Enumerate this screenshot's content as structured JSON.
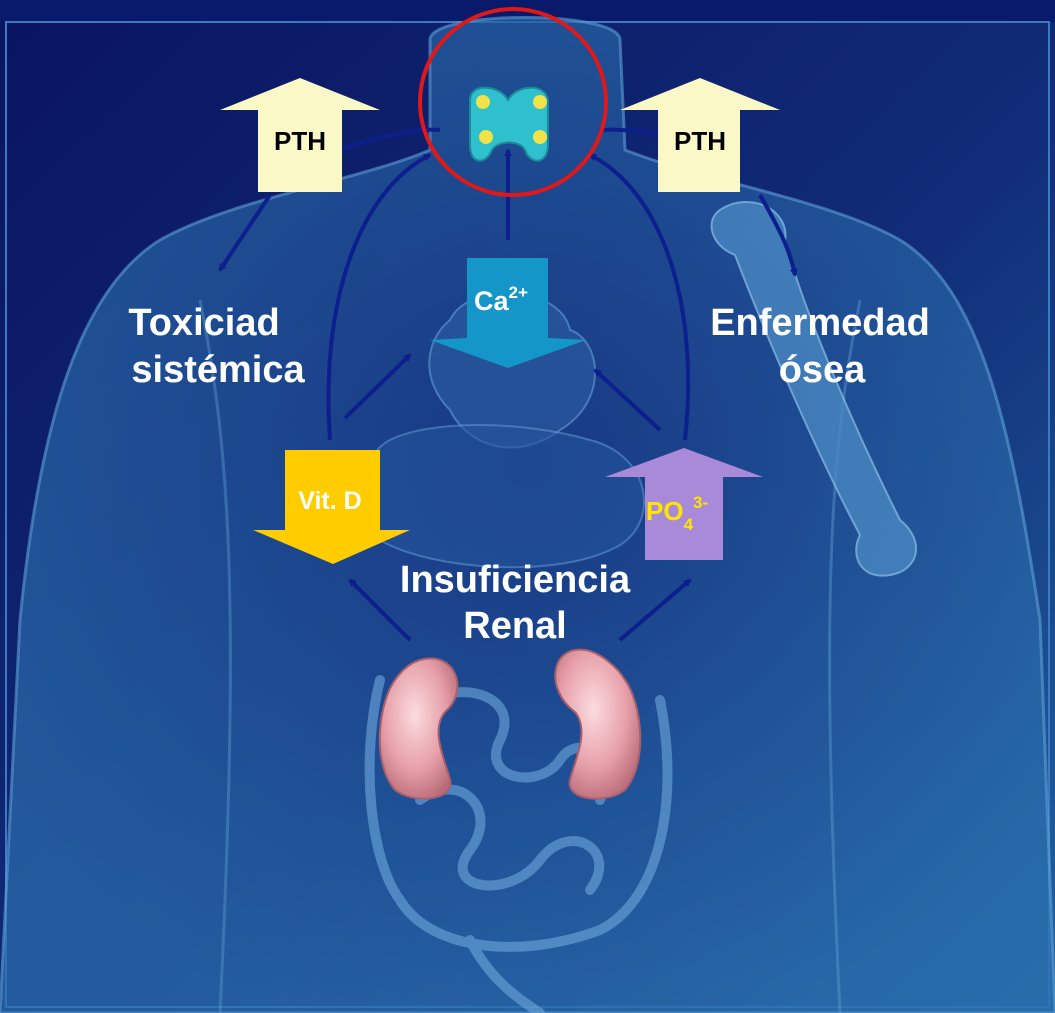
{
  "labels": {
    "pth_left": "PTH",
    "pth_right": "PTH",
    "calcium": "Ca",
    "calcium_charge": "2+",
    "vit_d": "Vit. D",
    "phosphate": "PO",
    "phosphate_sub": "4",
    "phosphate_charge": "3-",
    "left_title": [
      "Toxiciad",
      "sistémica"
    ],
    "right_title": [
      "Enfermedad",
      "ósea"
    ],
    "center_title": [
      "Insuficiencia",
      "Renal"
    ]
  },
  "colors": {
    "background_top": "#0b1a6e",
    "background_bottom": "#1d4f8a",
    "body_silhouette": "#2a6aa6",
    "connector": "#0c1f8c",
    "pth_arrow": "#fbf8c8",
    "calcium_arrow": "#1596c8",
    "vitd_arrow": "#ffcc00",
    "phosphate_arrow": "#a98ad8",
    "phosphate_text": "#ffe600",
    "thyroid_ring": "#e01818",
    "thyroid": "#2ec0cc",
    "gland_dot": "#f2e24a",
    "kidney": "#e8a0a8",
    "label_text": "#ffffff"
  }
}
